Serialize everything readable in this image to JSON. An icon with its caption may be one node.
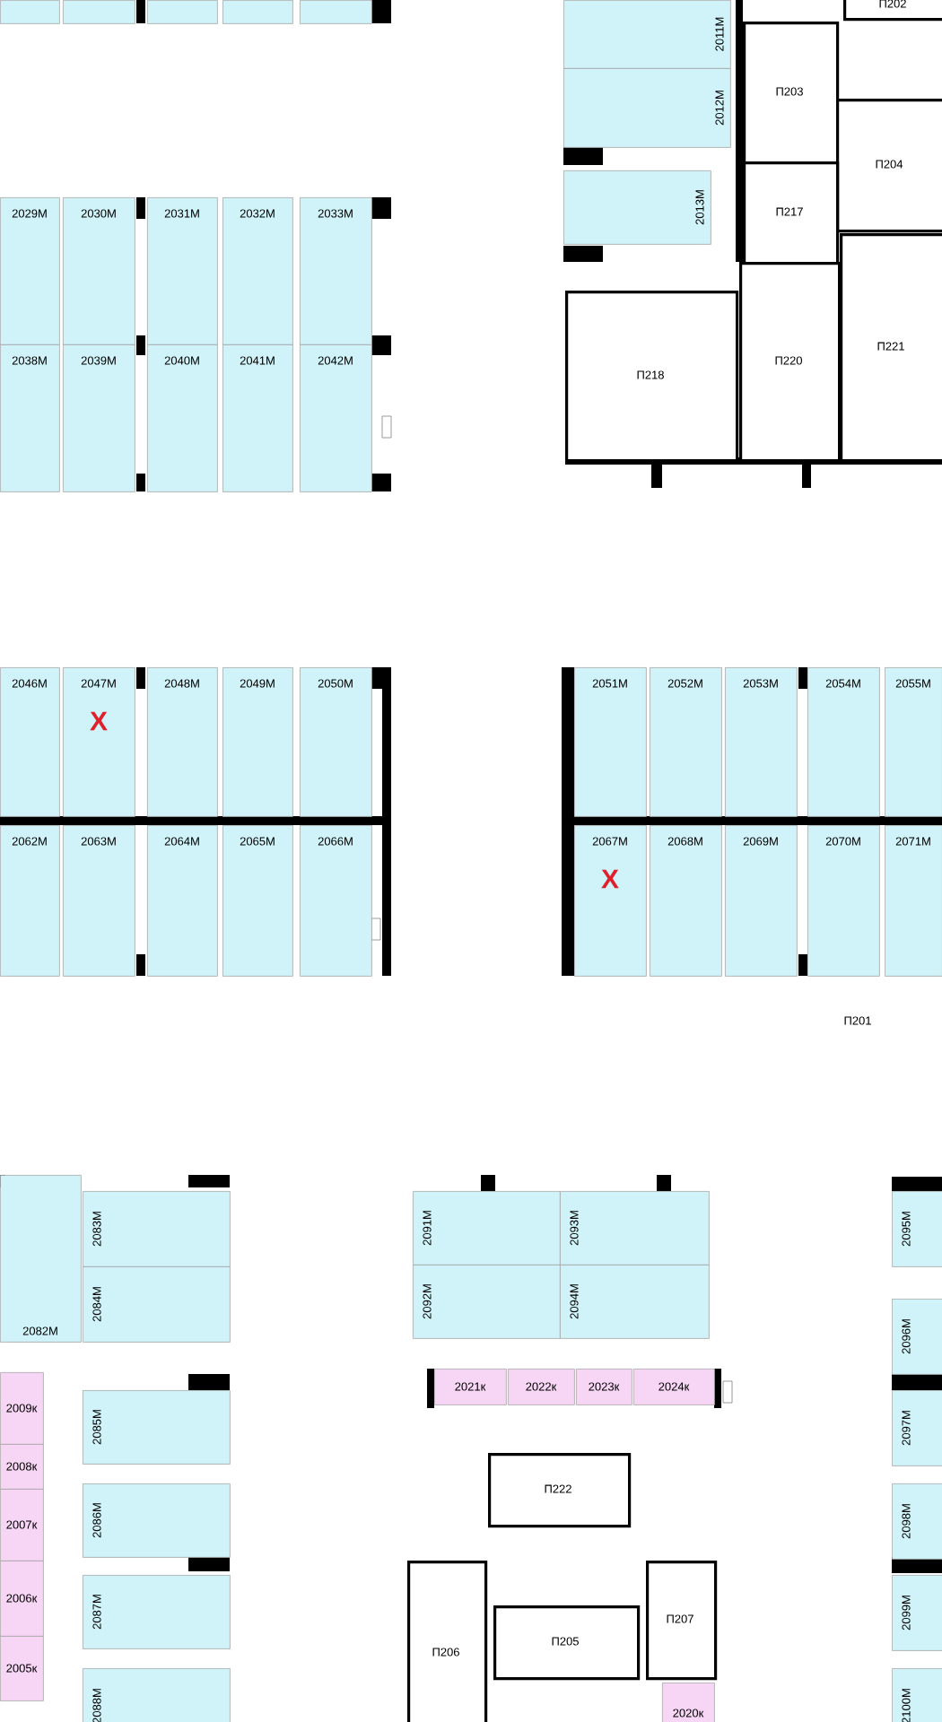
{
  "diagram": {
    "nodes": [
      {
        "text": [],
        "shape": "box"
      },
      {
        "text": [],
        "shape": "box"
      },
      {
        "text": [],
        "shape": "box"
      },
      {
        "text": [],
        "shape": "box"
      },
      {
        "text": [],
        "shape": "box"
      },
      {
        "text": [
          "2029М"
        ]
      },
      {
        "text": [
          "2030М"
        ]
      },
      {
        "text": [
          "2031М"
        ]
      },
      {
        "text": [
          "2032М"
        ]
      },
      {
        "text": [
          "2033М"
        ]
      },
      {
        "text": [
          "2038М"
        ]
      },
      {
        "text": [
          "2039М"
        ]
      },
      {
        "text": [
          "2040М"
        ]
      },
      {
        "text": [
          "2041М"
        ]
      },
      {
        "text": [
          "2042М"
        ]
      },
      {
        "text": [
          "П202"
        ]
      },
      {
        "text": [
          "2011М"
        ]
      },
      {
        "text": [
          "П203"
        ]
      },
      {
        "text": [
          "2012М"
        ]
      },
      {
        "text": [
          "П204"
        ]
      },
      {
        "text": [
          "2013М"
        ]
      },
      {
        "text": [
          "П217"
        ]
      },
      {
        "text": [
          "П218"
        ]
      },
      {
        "text": [
          "П220"
        ]
      },
      {
        "text": [
          "П221"
        ]
      },
      {
        "text": [
          "2046М"
        ]
      },
      {
        "text": [
          "2047М",
          "X"
        ]
      },
      {
        "text": [
          "2048М"
        ]
      },
      {
        "text": [
          "2049М"
        ]
      },
      {
        "text": [
          "2050М"
        ]
      },
      {
        "text": [
          "2051М"
        ]
      },
      {
        "text": [
          "2052М"
        ]
      },
      {
        "text": [
          "2053М"
        ]
      },
      {
        "text": [
          "2054М"
        ]
      },
      {
        "text": [
          "2055М"
        ]
      },
      {
        "text": [
          "2062М"
        ]
      },
      {
        "text": [
          "2063М"
        ]
      },
      {
        "text": [
          "2064М"
        ]
      },
      {
        "text": [
          "2065М"
        ]
      },
      {
        "text": [
          "2066М"
        ]
      },
      {
        "text": [
          "2067М",
          "X"
        ]
      },
      {
        "text": [
          "2068М"
        ]
      },
      {
        "text": [
          "2069М"
        ]
      },
      {
        "text": [
          "2070М"
        ]
      },
      {
        "text": [
          "2071М"
        ]
      },
      {
        "text": [
          "2082М"
        ]
      },
      {
        "text": [
          "2083М"
        ]
      },
      {
        "text": [
          "2084М"
        ]
      },
      {
        "text": [
          "2009к"
        ]
      },
      {
        "text": [
          "2085М"
        ]
      },
      {
        "text": [
          "2008к"
        ]
      },
      {
        "text": [
          "2007к"
        ]
      },
      {
        "text": [
          "2086М"
        ]
      },
      {
        "text": [
          "2006к"
        ]
      },
      {
        "text": [
          "2087М"
        ]
      },
      {
        "text": [
          "2005к"
        ]
      },
      {
        "text": [
          "2088М"
        ]
      },
      {
        "text": [
          "2091М"
        ]
      },
      {
        "text": [
          "2093М"
        ]
      },
      {
        "text": [
          "2092М"
        ]
      },
      {
        "text": [
          "2094М"
        ]
      },
      {
        "text": [
          "2021к"
        ]
      },
      {
        "text": [
          "2022к"
        ]
      },
      {
        "text": [
          "2023к"
        ]
      },
      {
        "text": [
          "2024к"
        ]
      },
      {
        "text": [
          "П222"
        ]
      },
      {
        "text": [
          "П206"
        ]
      },
      {
        "text": [
          "П205"
        ]
      },
      {
        "text": [
          "П207"
        ]
      },
      {
        "text": [
          "2020к"
        ]
      },
      {
        "text": [
          "2095М"
        ]
      },
      {
        "text": [
          "2096М"
        ]
      },
      {
        "text": [
          "2097М"
        ]
      },
      {
        "text": [
          "2098М"
        ]
      },
      {
        "text": [
          "2099М"
        ]
      },
      {
        "text": [
          "2100М"
        ]
      }
    ],
    "labels": [
      "П201"
    ]
  }
}
